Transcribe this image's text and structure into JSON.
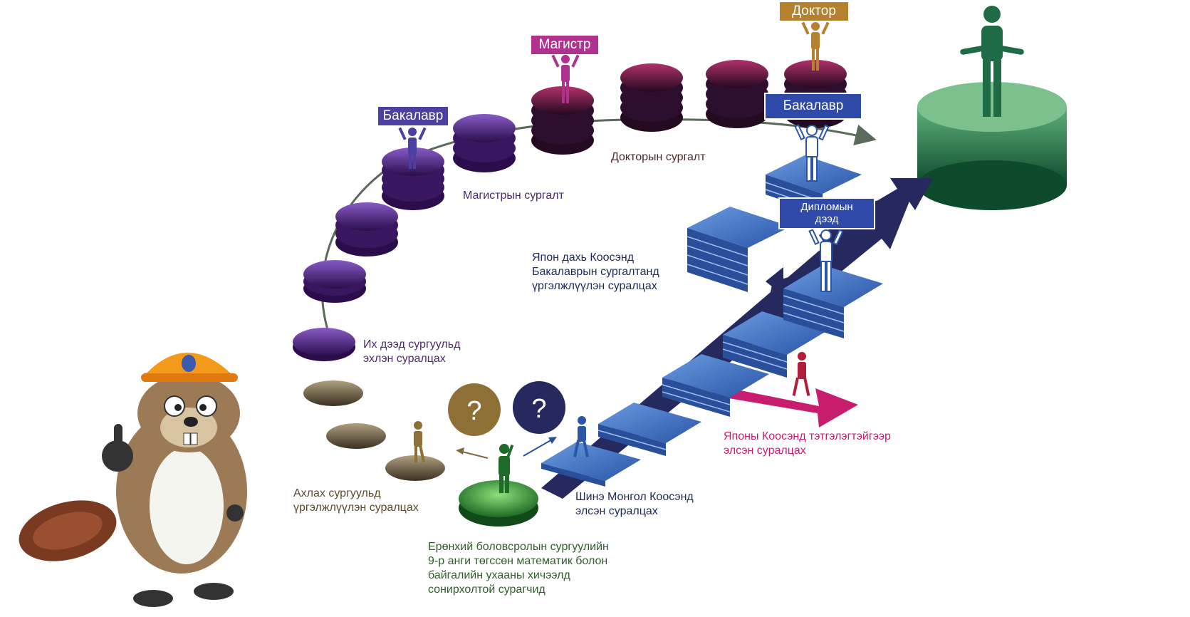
{
  "colors": {
    "school_green": "#2e8b3a",
    "upper_secondary_brown": "#7a6a48",
    "university_purple": "#5a2a8c",
    "bachelor_badge": "#4b3fa0",
    "master_badge": "#b0328f",
    "doctor_badge": "#b5812e",
    "kosen_blue": "#3a6fc0",
    "kosen_badge": "#2f4aa8",
    "scholarship_pink": "#c81d6e",
    "goal_green": "#1f6b45",
    "question_brown": "#8e6f35",
    "question_navy": "#25295e",
    "text_purple": "#4b2a6e",
    "text_brown": "#5a4a2e",
    "text_green": "#2f5e2a",
    "text_navy": "#1e2a5a"
  },
  "icons": [
    "beaver-mascot",
    "person-icon",
    "question-icon",
    "arrow-icon"
  ],
  "badges": {
    "bachelor_univ": "Бакалавр",
    "master": "Магистр",
    "doctor": "Доктор",
    "bachelor_kosen": "Бакалавр",
    "diploma": "Дипломын\nдээд"
  },
  "questions": {
    "left": "?",
    "right": "?"
  },
  "labels": {
    "master_study": "Магистрын сургалт",
    "doctor_study": "Докторын сургалт",
    "university_entry": "Их дээд сургуульд\nэхлэн суралцах",
    "upper_secondary": "Ахлах сургуульд\nүргэлжлүүлэн суралцах",
    "school_students": "Ерөнхий боловсролын сургуулийн\n9-р анги төгссөн математик болон\nбайгалийн ухааны хичээлд\nсонирхолтой сурагчид",
    "new_mongol_kosen": "Шинэ Монгол Коосэнд\nэлсэн суралцах",
    "japan_kosen_bachelor": "Япон дахь Коосэнд\nБакалаврын сургалтанд\nүргэлжлүүлэн суралцах",
    "japan_kosen_scholarship": "Японы Коосэнд тэтгэлэгтэйгээр\nэлсэн суралцах"
  }
}
